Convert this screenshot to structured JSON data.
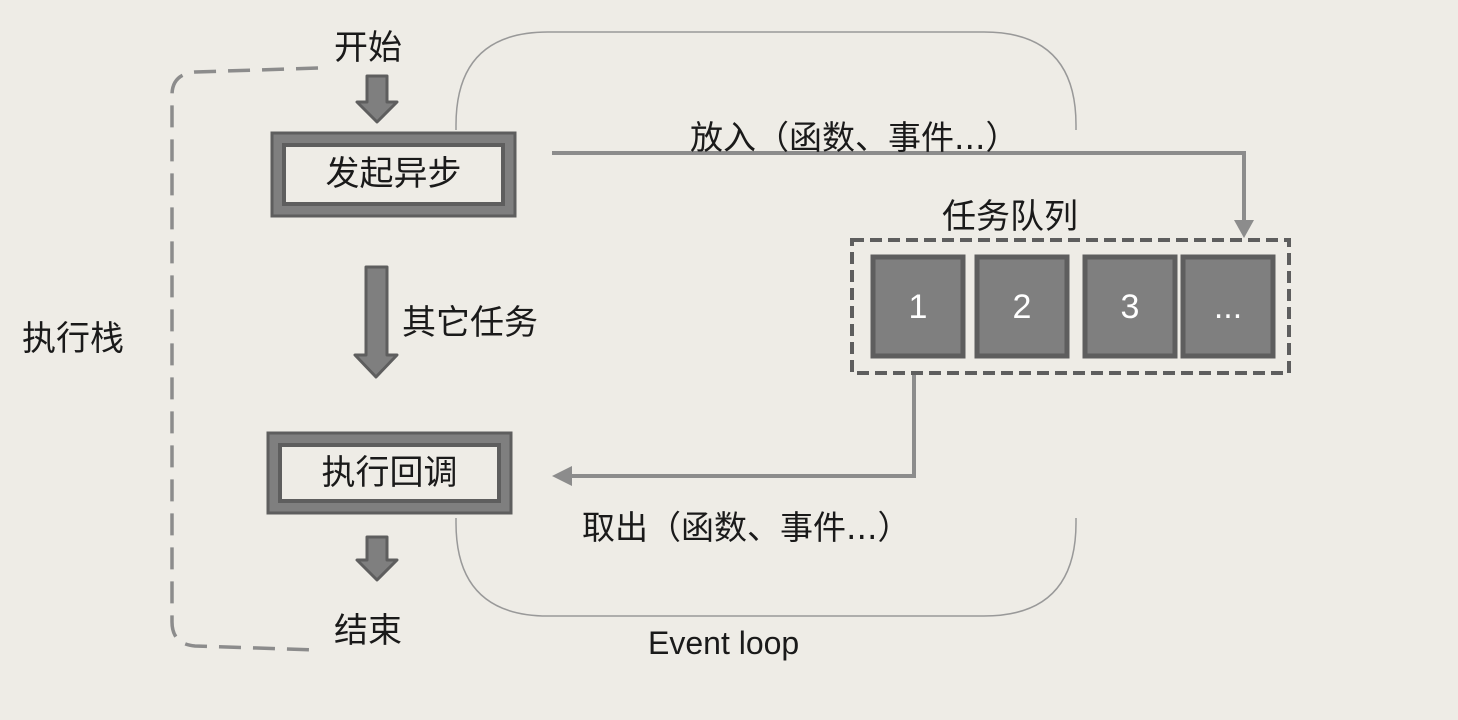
{
  "diagram": {
    "start": "开始",
    "initiate_async": "发起异步",
    "other_tasks": "其它任务",
    "execute_callback": "执行回调",
    "end": "结束",
    "call_stack": "执行栈",
    "put_in": "放入（函数、事件...）",
    "task_queue": "任务队列",
    "take_out": "取出（函数、事件...）",
    "event_loop": "Event loop",
    "queue_items": [
      "1",
      "2",
      "3",
      "..."
    ]
  },
  "colors": {
    "background": "#EEECE6",
    "box_fill": "#7F7F7F",
    "box_border": "#5E5E5E",
    "connector": "#8C8C8C",
    "text": "#1A1A1A"
  }
}
